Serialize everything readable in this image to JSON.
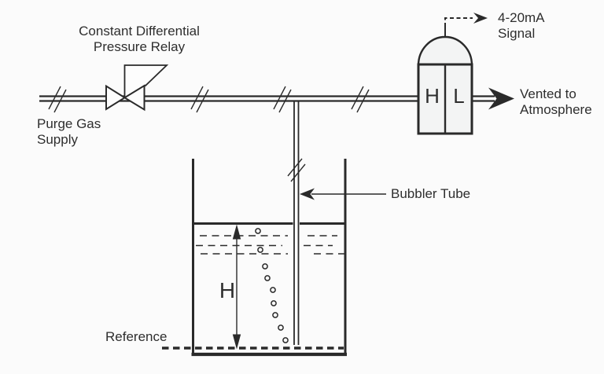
{
  "diagram": {
    "type": "bubbler-tube-level-measurement-schematic",
    "colors": {
      "background": "#fbfbfb",
      "line": "#2a2a2a",
      "text": "#2e2e2e",
      "vessel_fill": "#f3f4f4",
      "shape_fill": "#fdfdfd"
    },
    "labels": {
      "relay_line1": "Constant Differential",
      "relay_line2": "Pressure Relay",
      "purge_line1": "Purge Gas",
      "purge_line2": "Supply",
      "signal_line1": "4-20mA",
      "signal_line2": "Signal",
      "vent_line1": "Vented to",
      "vent_line2": "Atmosphere",
      "bubbler_tube": "Bubbler Tube",
      "reference": "Reference",
      "height_dimension": "H",
      "chamber_high": "H",
      "chamber_low": "L"
    }
  }
}
